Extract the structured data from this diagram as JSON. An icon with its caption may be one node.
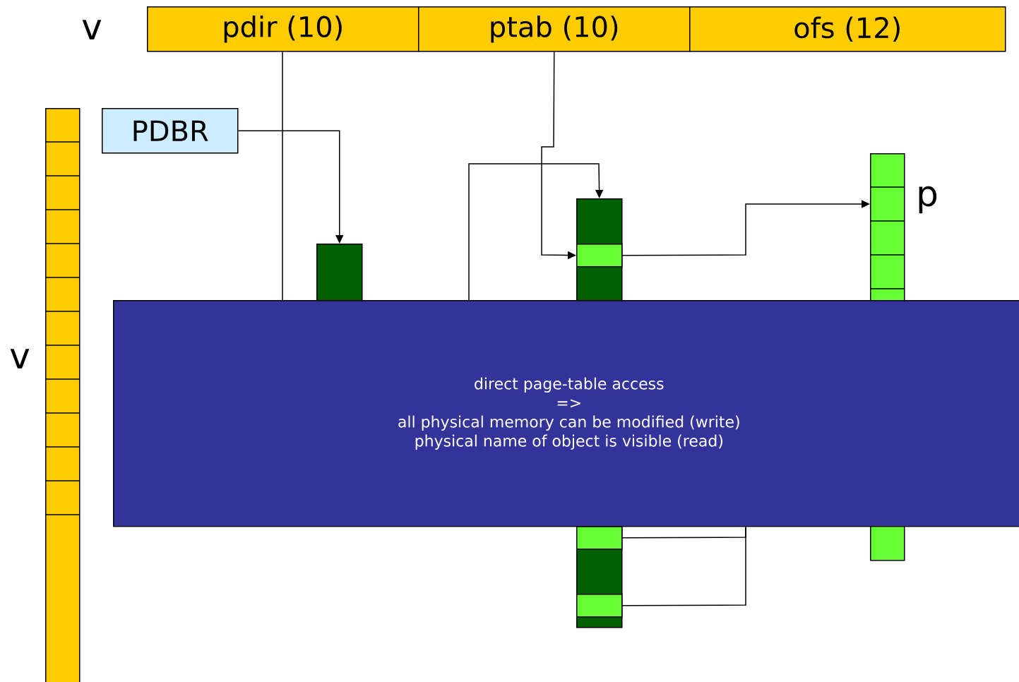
{
  "diagram": {
    "nodes": [
      {
        "text": [
          "pdir (10)"
        ]
      },
      {
        "text": [
          "ptab (10)"
        ]
      },
      {
        "text": [
          "ofs (12)"
        ]
      },
      {
        "text": [
          "PDBR"
        ]
      },
      {
        "text": [],
        "shape": "box"
      },
      {
        "text": [],
        "shape": "box"
      },
      {
        "text": [],
        "shape": "box"
      },
      {
        "text": [],
        "shape": "box",
        "in": 6
      },
      {
        "text": [],
        "shape": "box",
        "in": 6
      },
      {
        "text": [],
        "shape": "box",
        "in": 6
      },
      {
        "text": [],
        "shape": "box"
      },
      {
        "text": [
          "direct page-table access",
          "=>",
          "all physical memory can be modified (write)",
          "physical name of object is visible (read)"
        ]
      }
    ],
    "edges": [
      {
        "from": 3,
        "to": 5,
        "arrow": "to"
      },
      {
        "from": 0,
        "to": 11,
        "arrow": "none"
      },
      {
        "from": 11,
        "to": 6,
        "arrow": "to"
      },
      {
        "from": 1,
        "to": 7,
        "arrow": "to"
      },
      {
        "from": 7,
        "to": 10,
        "arrow": "to"
      },
      {
        "from": 8,
        "to": 11,
        "arrow": "none"
      },
      {
        "from": 9,
        "to": 11,
        "arrow": "none"
      }
    ],
    "labels": [
      "v",
      "v",
      "p"
    ]
  }
}
